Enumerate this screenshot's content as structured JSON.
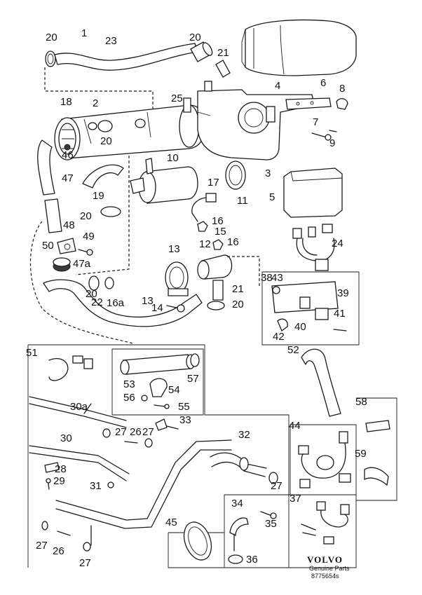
{
  "labels": {
    "n1": "1",
    "n2": "2",
    "n3": "3",
    "n4": "4",
    "n5": "5",
    "n6": "6",
    "n7": "7",
    "n8": "8",
    "n9": "9",
    "n10": "10",
    "n11": "11",
    "n12": "12",
    "n13": "13",
    "n14": "14",
    "n15": "15",
    "n16": "16",
    "n16a": "16a",
    "n17": "17",
    "n18": "18",
    "n19": "19",
    "n20": "20",
    "n21": "21",
    "n22": "22",
    "n23": "23",
    "n24": "24",
    "n25": "25",
    "n26": "26",
    "n27": "27",
    "n28": "28",
    "n29": "29",
    "n30": "30",
    "n30a": "30a",
    "n31": "31",
    "n32": "32",
    "n33": "33",
    "n34": "34",
    "n35": "35",
    "n36": "36",
    "n37": "37",
    "n38": "38",
    "n39": "39",
    "n40": "40",
    "n41": "41",
    "n42": "42",
    "n43": "43",
    "n44": "44",
    "n45": "45",
    "n46": "46",
    "n47": "47",
    "n47a": "47a",
    "n48": "48",
    "n49": "49",
    "n50": "50",
    "n51": "51",
    "n52": "52",
    "n53": "53",
    "n54": "54",
    "n55": "55",
    "n56": "56",
    "n57": "57",
    "n58": "58",
    "n59": "59",
    "n13b": "13"
  },
  "brand": {
    "name": "VOLVO",
    "subtitle": "Genuine Parts",
    "code": "8775654s"
  }
}
